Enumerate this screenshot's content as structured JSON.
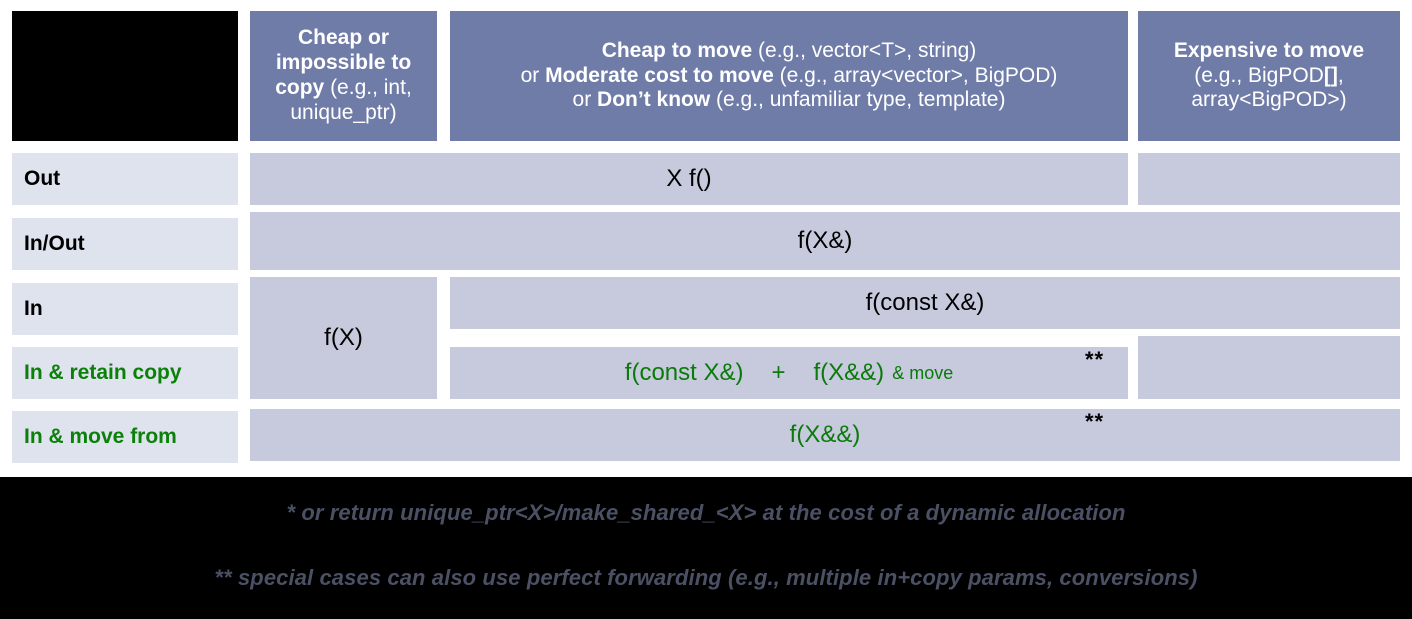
{
  "header": {
    "corner": "",
    "columns": [
      {
        "id": "cheap-or-impossible-to-copy",
        "bold_1": "Cheap or",
        "bold_2": "impossible to",
        "bold_3": "copy",
        "regular_3": " (e.g., int,",
        "line_4": "unique_ptr)"
      },
      {
        "id": "cheap-to-move",
        "line1_bold": "Cheap to move",
        "line1_rest": " (e.g., vector<T>, string)",
        "line2_pre": "or ",
        "line2_bold": "Moderate cost to move",
        "line2_rest": " (e.g., array<vector>, BigPOD)",
        "line3_pre": "or ",
        "line3_bold": "Don’t know",
        "line3_rest": " (e.g., unfamiliar type, template)"
      },
      {
        "id": "expensive-to-move",
        "line1_bold": "Expensive to move",
        "line2": "(e.g., BigPOD",
        "line2_bold": "[]",
        "line2_end": ",",
        "line3": "array<BigPOD>)"
      }
    ]
  },
  "rows": [
    {
      "id": "out",
      "label": "Out",
      "label_green": false,
      "middle_value": "X f()",
      "right_value": ""
    },
    {
      "id": "in-out",
      "label": "In/Out",
      "label_green": false,
      "full_value": "f(X&)"
    },
    {
      "id": "in",
      "label": "In",
      "label_green": false,
      "copy_value": "f(X)",
      "middle_value": "f(const X&)"
    },
    {
      "id": "in-retain-copy",
      "label": "In & retain copy",
      "label_green": true,
      "part_a": "f(const X&)",
      "part_plus": "+",
      "part_b": "f(X&&)",
      "part_b_suffix": "& move",
      "footnote_mark": "**"
    },
    {
      "id": "in-move-from",
      "label": "In & move from",
      "label_green": true,
      "full_value": "f(X&&)",
      "footnote_mark": "**"
    }
  ],
  "footnotes": [
    {
      "id": "footnote-single-star",
      "text": "* or return unique_ptr<X>/make_shared_<X> at the cost of a dynamic allocation"
    },
    {
      "id": "footnote-double-star",
      "text": "** special cases can also use perfect forwarding (e.g., multiple in+copy params, conversions)"
    }
  ],
  "colors": {
    "header_blue": "#707CA8",
    "label_bg": "#DFE3EE",
    "cell_bg": "#C6CADC",
    "green": "#0A7A0A",
    "footnote_gray": "#4B5064",
    "black": "#000000"
  }
}
